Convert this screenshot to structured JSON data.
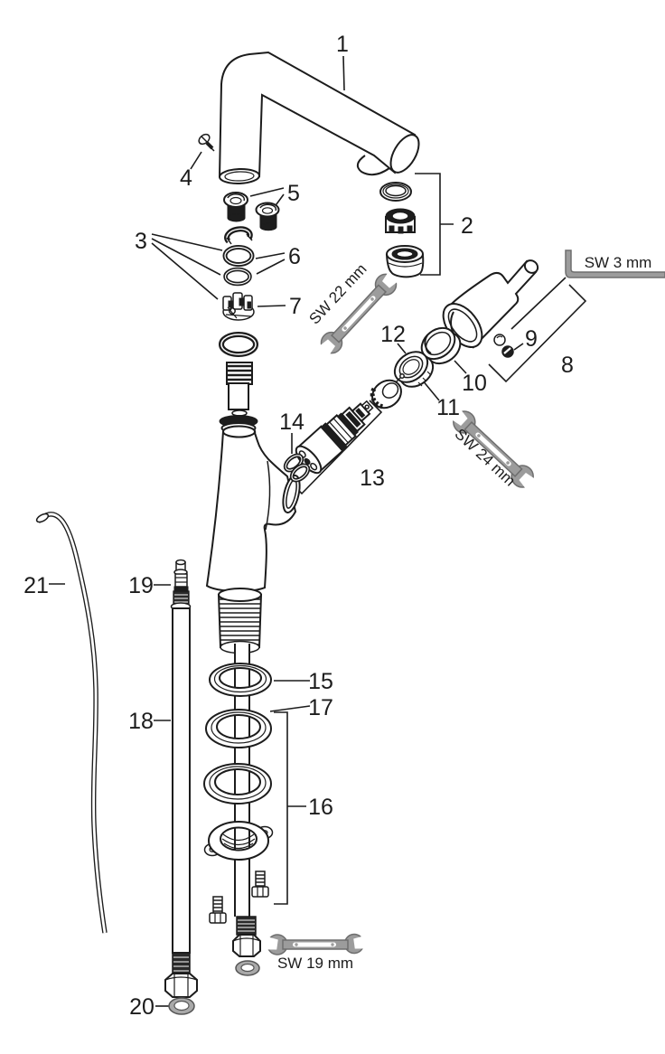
{
  "figure": {
    "colors": {
      "line": "#1c1c1c",
      "dark": "#1d1d1d",
      "tool": "#9c9c9c",
      "toolStroke": "#6e6e6e",
      "washer": "#a9a9a9",
      "background": "#ffffff"
    }
  },
  "callouts": [
    {
      "id": "1",
      "label": "1"
    },
    {
      "id": "2",
      "label": "2"
    },
    {
      "id": "3",
      "label": "3"
    },
    {
      "id": "4",
      "label": "4"
    },
    {
      "id": "5",
      "label": "5"
    },
    {
      "id": "6",
      "label": "6"
    },
    {
      "id": "7",
      "label": "7"
    },
    {
      "id": "8",
      "label": "8"
    },
    {
      "id": "9",
      "label": "9"
    },
    {
      "id": "10",
      "label": "10"
    },
    {
      "id": "11",
      "label": "11"
    },
    {
      "id": "12",
      "label": "12"
    },
    {
      "id": "13",
      "label": "13"
    },
    {
      "id": "14",
      "label": "14"
    },
    {
      "id": "15",
      "label": "15"
    },
    {
      "id": "16",
      "label": "16"
    },
    {
      "id": "17",
      "label": "17"
    },
    {
      "id": "18",
      "label": "18"
    },
    {
      "id": "19",
      "label": "19"
    },
    {
      "id": "20",
      "label": "20"
    },
    {
      "id": "21",
      "label": "21"
    }
  ],
  "tools": {
    "sw22": {
      "label": "SW 22 mm"
    },
    "sw3": {
      "label": "SW 3 mm"
    },
    "sw24": {
      "label": "SW 24 mm"
    },
    "sw19": {
      "label": "SW 19 mm"
    }
  }
}
